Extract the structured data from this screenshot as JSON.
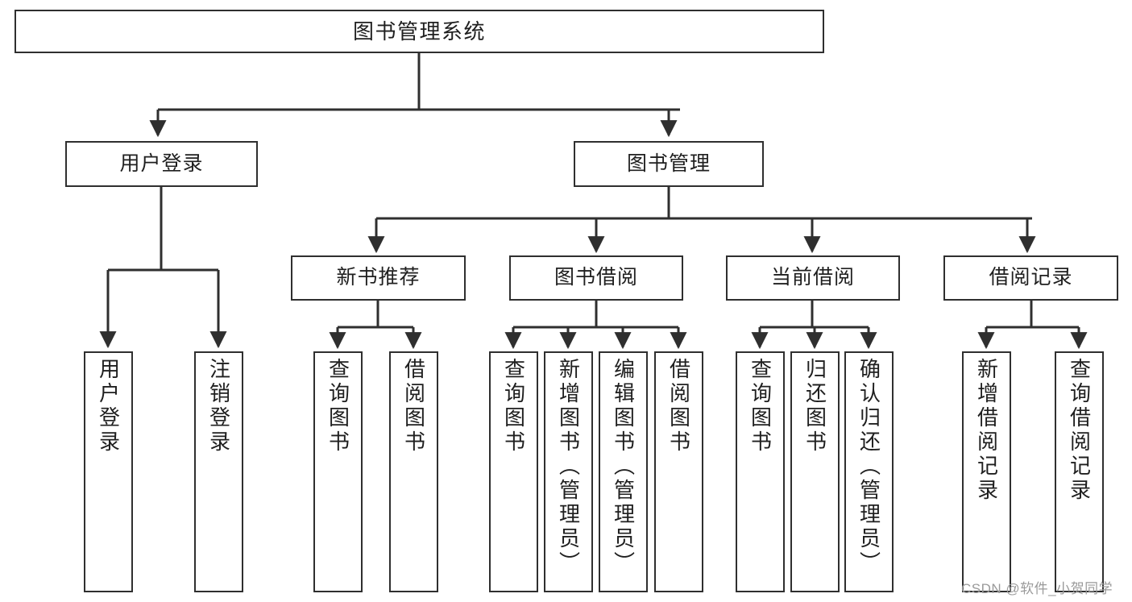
{
  "diagram": {
    "type": "tree",
    "title": "图书管理系统",
    "root": {
      "label": "图书管理系统"
    },
    "level2": [
      {
        "label": "用户登录"
      },
      {
        "label": "图书管理"
      }
    ],
    "level3": [
      {
        "label": "新书推荐"
      },
      {
        "label": "图书借阅"
      },
      {
        "label": "当前借阅"
      },
      {
        "label": "借阅记录"
      }
    ],
    "leaves": {
      "user_login": [
        {
          "label": "用户登录"
        },
        {
          "label": "注销登录"
        }
      ],
      "new_book_recommend": [
        {
          "label": "查询图书"
        },
        {
          "label": "借阅图书"
        }
      ],
      "book_borrow": [
        {
          "label": "查询图书"
        },
        {
          "label": "新增图书（管理员）"
        },
        {
          "label": "编辑图书（管理员）"
        },
        {
          "label": "借阅图书"
        }
      ],
      "current_borrow": [
        {
          "label": "查询图书"
        },
        {
          "label": "归还图书"
        },
        {
          "label": "确认归还（管理员）"
        }
      ],
      "borrow_record": [
        {
          "label": "新增借阅记录"
        },
        {
          "label": "查询借阅记录"
        }
      ]
    }
  },
  "watermark": {
    "text": "CSDN @软件_小贺同学"
  },
  "colors": {
    "border": "#2f2f2f",
    "text": "#1f1f1f",
    "background": "#ffffff",
    "edge": "#2f2f2f",
    "watermark": "#9a9a9a"
  }
}
